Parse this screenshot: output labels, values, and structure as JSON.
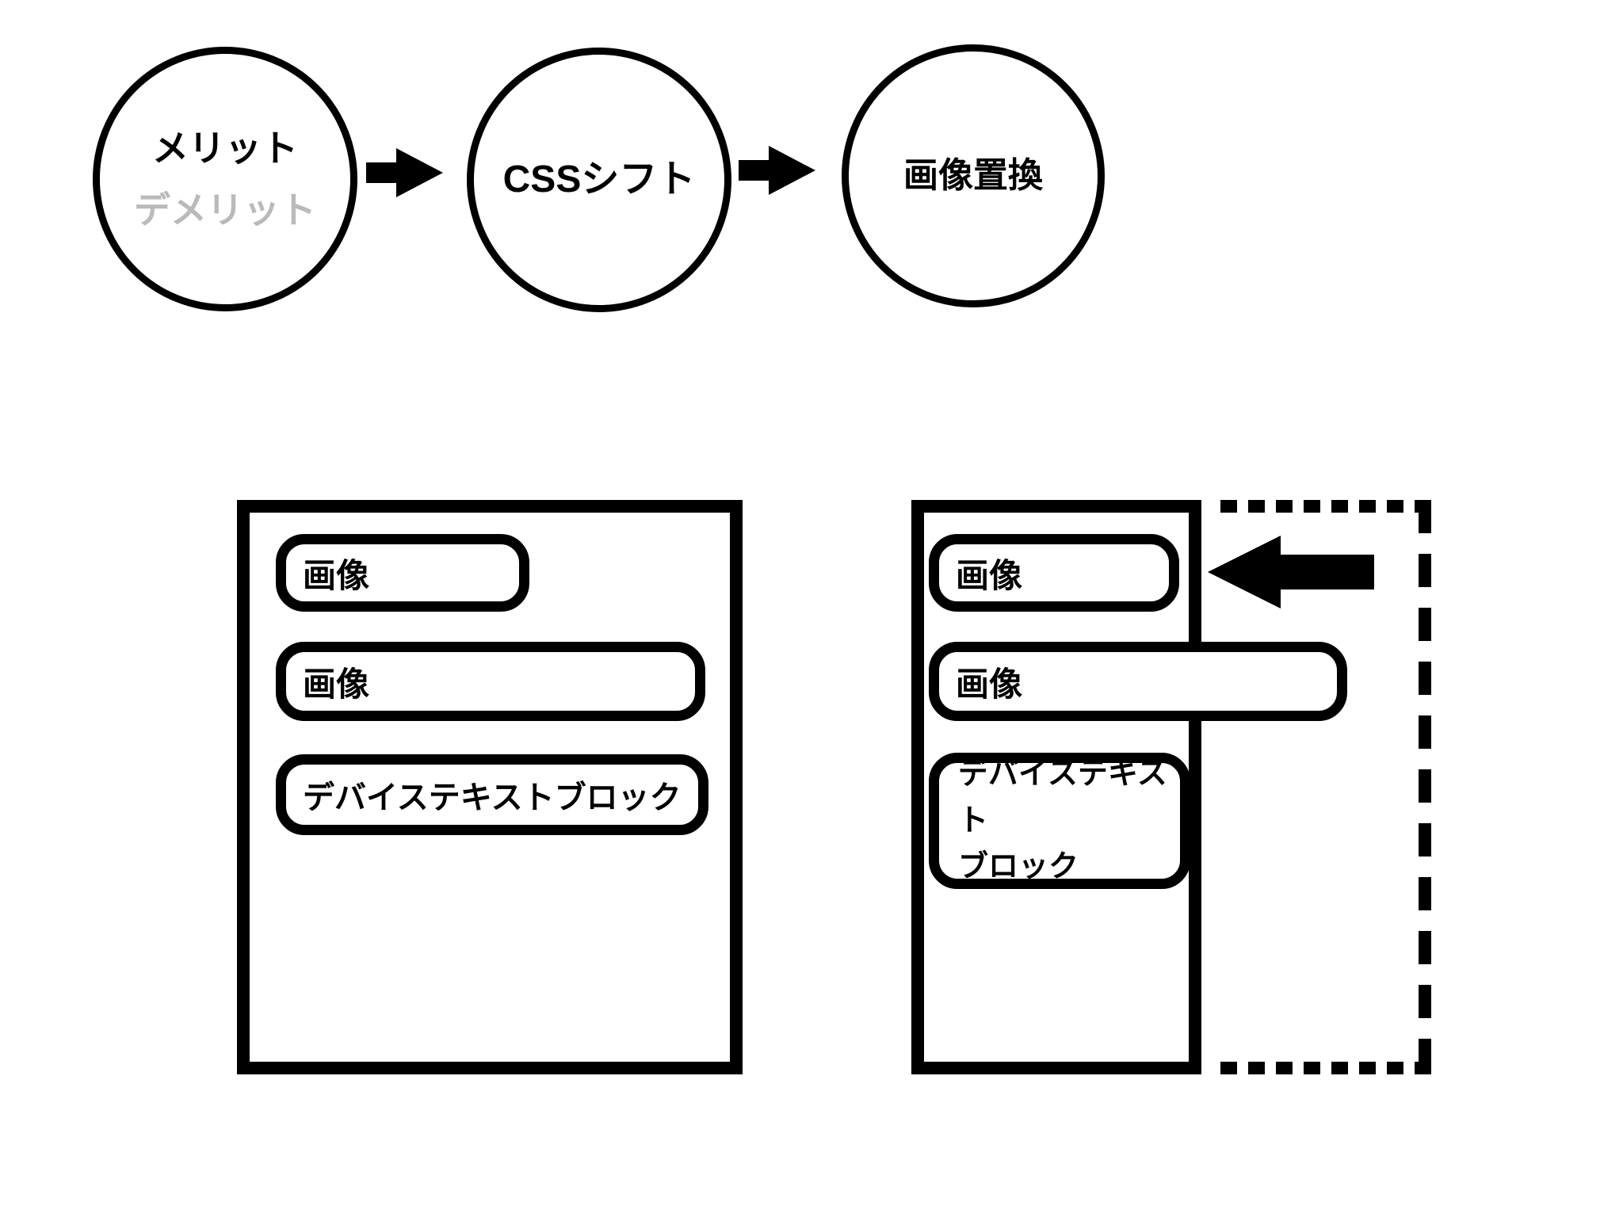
{
  "flow": {
    "step1": {
      "title": "メリット",
      "subtitle": "デメリット"
    },
    "step2": {
      "title": "CSSシフト"
    },
    "step3": {
      "title": "画像置換"
    }
  },
  "before_box": {
    "blocks": [
      {
        "label": "画像"
      },
      {
        "label": "画像"
      },
      {
        "label": "デバイステキストブロック"
      }
    ]
  },
  "after_box": {
    "blocks": [
      {
        "label": "画像"
      },
      {
        "label": "画像"
      },
      {
        "label_line1": "デバイステキスト",
        "label_line2": "ブロック"
      }
    ]
  },
  "icons": {
    "arrow_right": "➡",
    "arrow_left": "⬅"
  },
  "colors": {
    "ink": "#000000",
    "muted_text": "#b9babc",
    "background": "#ffffff"
  }
}
